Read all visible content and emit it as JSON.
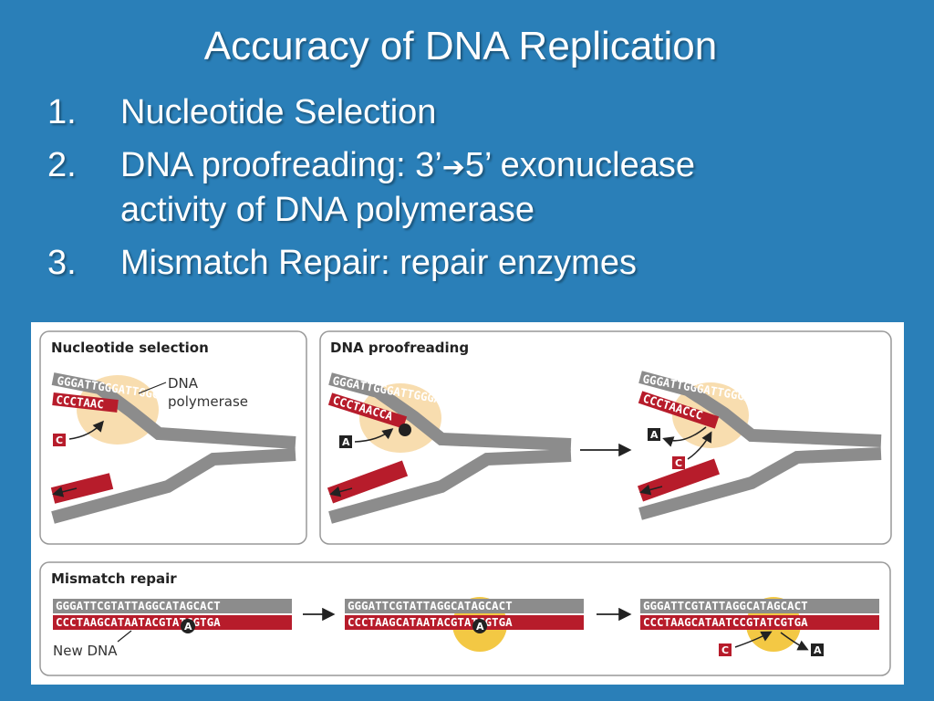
{
  "slide": {
    "title": "Accuracy of DNA Replication",
    "bullets": [
      {
        "num": "1.",
        "pre": "Nucleotide Selection",
        "post": "",
        "cont": ""
      },
      {
        "num": "2.",
        "pre": "DNA proofreading: 3’",
        "arrow": "➔",
        "post": "5’ exonuclease",
        "cont": "activity of DNA polymerase"
      },
      {
        "num": "3.",
        "pre": "Mismatch Repair: repair enzymes",
        "post": "",
        "cont": ""
      }
    ]
  },
  "figure": {
    "panels": {
      "nucleotide_selection": {
        "title": "Nucleotide selection",
        "label_dna": "DNA",
        "label_polymerase": "polymerase",
        "top_strand": "GGGATTGGGATTGGGATTGGGATTGG",
        "bottom_strand": "CCCTAAC",
        "incoming": "C"
      },
      "dna_proofreading": {
        "title": "DNA proofreading",
        "top_strand_left": "GGGATTGGGATTGGGATTGGGATTGG",
        "bottom_strand_left": "CCCTAACCA",
        "mismatch_left": "A",
        "top_strand_right": "GGGATTGGGATTGGGATTGGGATTGG",
        "bottom_strand_right": "CCCTAACCC",
        "removed_base": "A",
        "added_base": "C"
      },
      "mismatch_repair": {
        "title": "Mismatch repair",
        "top_1": "GGGATTCGTATTAGGCATAGCACT",
        "bottom_1": "CCCTAAGCATAATACGTATCGTGA",
        "top_2": "GGGATTCGTATTAGGCATAGCACT",
        "bottom_2": "CCCTAAGCATAATACGTATCGTGA",
        "top_3": "GGGATTCGTATTAGGCATAGCACT",
        "bottom_3": "CCCTAAGCATAATCCGTATCGTGA",
        "mismatch": "A",
        "new_dna_label": "New DNA",
        "added_base": "C",
        "removed_base": "A"
      }
    }
  },
  "colors": {
    "background": "#2a7fb8",
    "strand_gray": "#8c8c8c",
    "strand_red": "#b71c2b",
    "polymerase": "#f7d9a6",
    "highlight": "#f2c230"
  }
}
